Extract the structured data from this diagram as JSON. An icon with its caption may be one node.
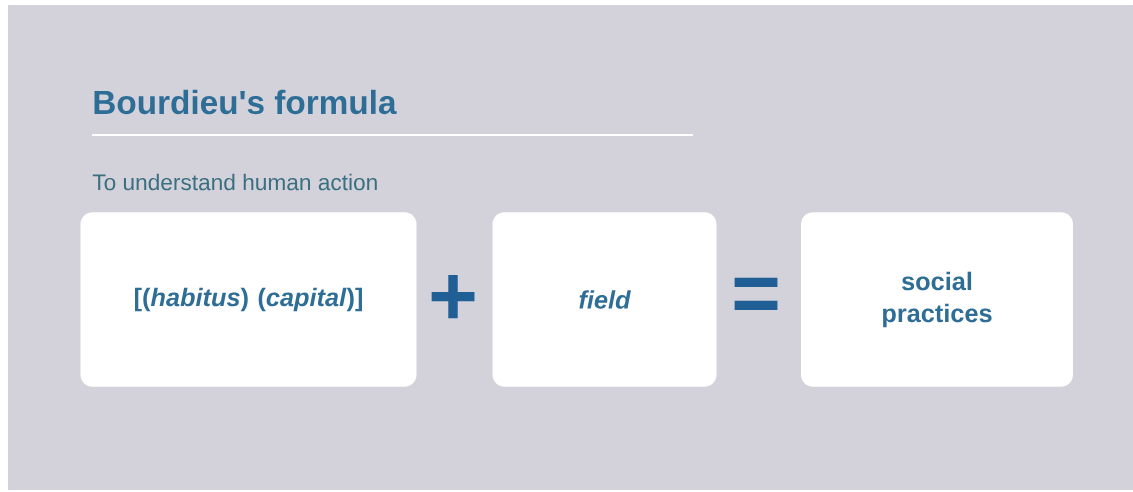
{
  "diagram": {
    "title": "Bourdieu's formula",
    "nodes": [
      {
        "text": [
          "[(*habitus*) (*capital*)]"
        ]
      },
      {
        "text": [
          "field"
        ]
      },
      {
        "text": [
          "social practices"
        ]
      }
    ],
    "labels": [
      "To understand human action",
      "+",
      "="
    ]
  }
}
